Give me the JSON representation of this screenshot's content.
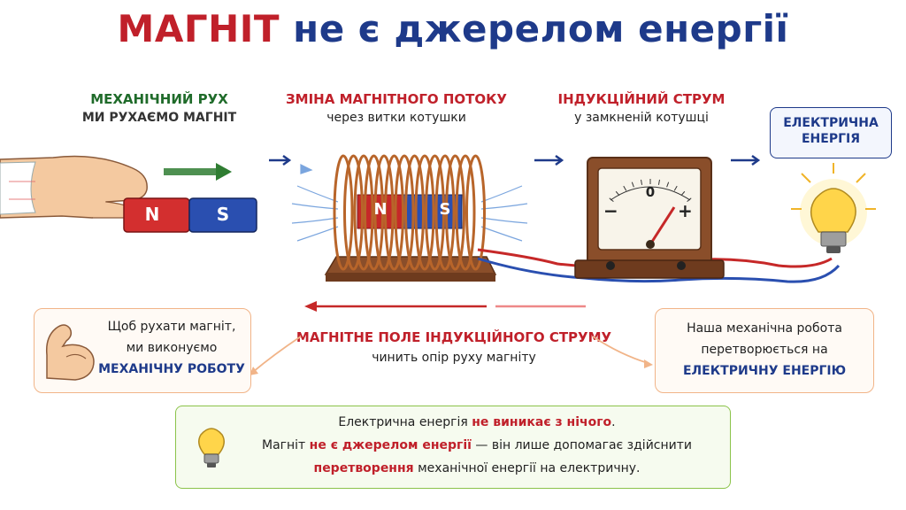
{
  "title": {
    "part1": "МАГНІТ",
    "part2": "не є джерелом енергії"
  },
  "steps": [
    {
      "heading": "МЕХАНІЧНИЙ РУХ",
      "sub": "МИ РУХАЄМО МАГНІТ"
    },
    {
      "heading": "ЗМІНА МАГНІТНОГО ПОТОКУ",
      "sub": "через витки котушки"
    },
    {
      "heading": "ІНДУКЦІЙНИЙ СТРУМ",
      "sub": "у замкненій котушці"
    }
  ],
  "energy_box": {
    "line1": "ЕЛЕКТРИЧНА",
    "line2": "ЕНЕРГІЯ"
  },
  "magnet": {
    "north": "N",
    "south": "S"
  },
  "meter": {
    "zero": "0",
    "minus": "−",
    "plus": "+"
  },
  "opposition": {
    "heading": "МАГНІТНЕ ПОЛЕ ІНДУКЦІЙНОГО СТРУМУ",
    "sub": "чинить опір руху магніту"
  },
  "left_box": {
    "line1": "Щоб рухати магніт,",
    "line2": "ми виконуємо",
    "line3": "МЕХАНІЧНУ РОБОТУ"
  },
  "right_box": {
    "line1": "Наша механічна робота",
    "line2": "перетворюється на",
    "line3": "ЕЛЕКТРИЧНУ ЕНЕРГІЮ"
  },
  "bottom_box": {
    "l1a": "Електрична енергія ",
    "l1b": "не виникає з нічого",
    "l1c": ".",
    "l2a": "Магніт ",
    "l2b": "не є джерелом енергії",
    "l2c": " — він лише допомагає здійснити",
    "l3a": "перетворення",
    "l3b": " механічної енергії на електричну."
  },
  "colors": {
    "red": "#c0202a",
    "blue": "#1e3a8a",
    "green": "#1f6b2a",
    "copper": "#b8652a",
    "box_border": "#f1b488"
  }
}
